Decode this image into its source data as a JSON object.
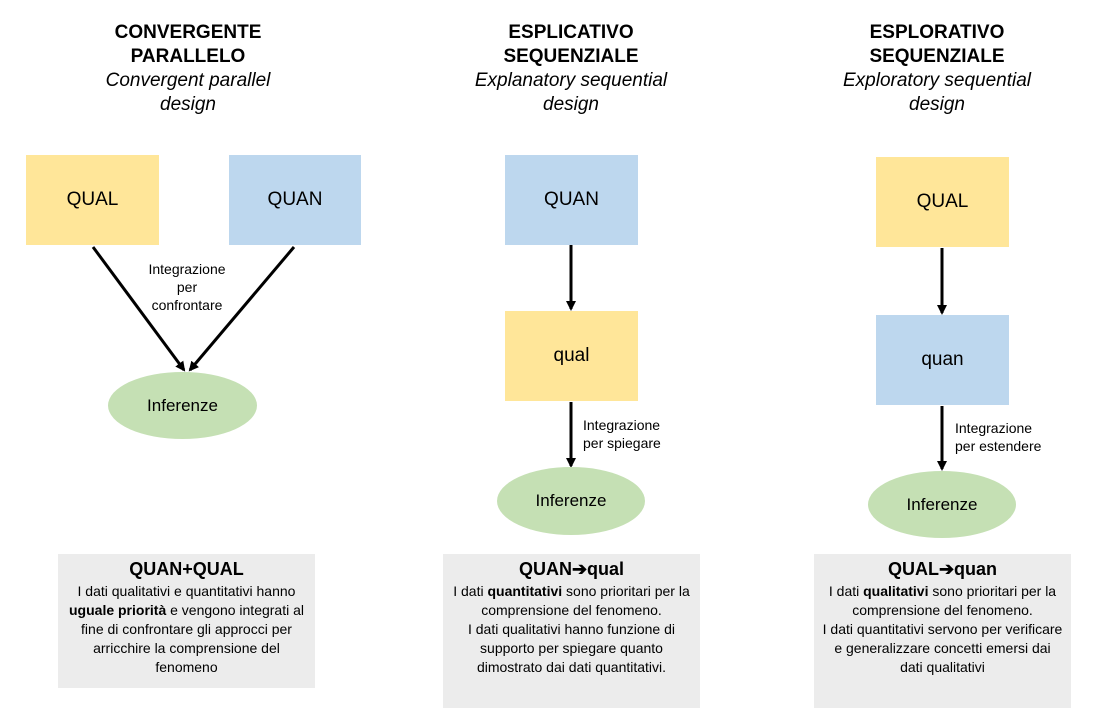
{
  "columns": [
    {
      "title_it": "CONVERGENTE\nPARALLELO",
      "title_en": "Convergent parallel\ndesign",
      "box_a": "QUAL",
      "box_b": "QUAN",
      "integration": "Integrazione\nper\nconfrontare",
      "inference": "Inferenze",
      "note_head": "QUAN+QUAL",
      "note_pre": "I dati qualitativi e quantitativi hanno ",
      "note_bold": "uguale priorità",
      "note_post": " e vengono integrati al fine di confrontare gli approcci per arricchire la comprensione del fenomeno"
    },
    {
      "title_it": "ESPLICATIVO\nSEQUENZIALE",
      "title_en": "Explanatory sequential\ndesign",
      "box_a": "QUAN",
      "box_b": "qual",
      "integration": "Integrazione\nper spiegare",
      "inference": "Inferenze",
      "note_head": "QUAN➔qual",
      "note_pre": "I dati ",
      "note_bold": "quantitativi",
      "note_post": " sono prioritari per la comprensione del fenomeno.\nI dati qualitativi hanno funzione di supporto per spiegare quanto dimostrato dai dati quantitativi."
    },
    {
      "title_it": "ESPLORATIVO\nSEQUENZIALE",
      "title_en": "Exploratory sequential\ndesign",
      "box_a": "QUAL",
      "box_b": "quan",
      "integration": "Integrazione\nper estendere",
      "inference": "Inferenze",
      "note_head": "QUAL➔quan",
      "note_pre": "I dati ",
      "note_bold": "qualitativi",
      "note_post": " sono prioritari per la comprensione del fenomeno.\nI dati quantitativi servono per verificare e generalizzare concetti emersi dai dati qualitativi"
    }
  ]
}
